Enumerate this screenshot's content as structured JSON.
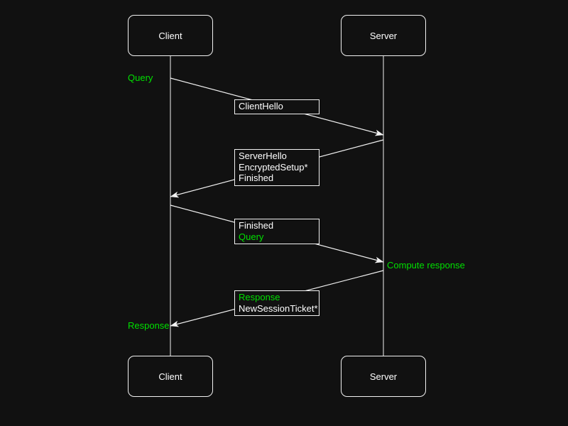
{
  "colors": {
    "background": "#111111",
    "stroke": "#f2f2f2",
    "text": "#ffffff",
    "green": "#00e000"
  },
  "actors": {
    "client": "Client",
    "server": "Server"
  },
  "messages": [
    {
      "from": "Client",
      "to": "Server",
      "lines": [
        {
          "text": "ClientHello",
          "color": "white"
        }
      ]
    },
    {
      "from": "Server",
      "to": "Client",
      "lines": [
        {
          "text": "ServerHello",
          "color": "white"
        },
        {
          "text": "EncryptedSetup*",
          "color": "white"
        },
        {
          "text": "Finished",
          "color": "white"
        }
      ]
    },
    {
      "from": "Client",
      "to": "Server",
      "lines": [
        {
          "text": "Finished",
          "color": "white"
        },
        {
          "text": "Query",
          "color": "green"
        }
      ]
    },
    {
      "from": "Server",
      "to": "Client",
      "lines": [
        {
          "text": "Response",
          "color": "green"
        },
        {
          "text": "NewSessionTicket*",
          "color": "white"
        }
      ]
    }
  ],
  "annotations": [
    {
      "text": "Query",
      "side": "client",
      "color": "green"
    },
    {
      "text": "Compute response",
      "side": "server",
      "color": "green"
    },
    {
      "text": "Response",
      "side": "client",
      "color": "green"
    }
  ]
}
